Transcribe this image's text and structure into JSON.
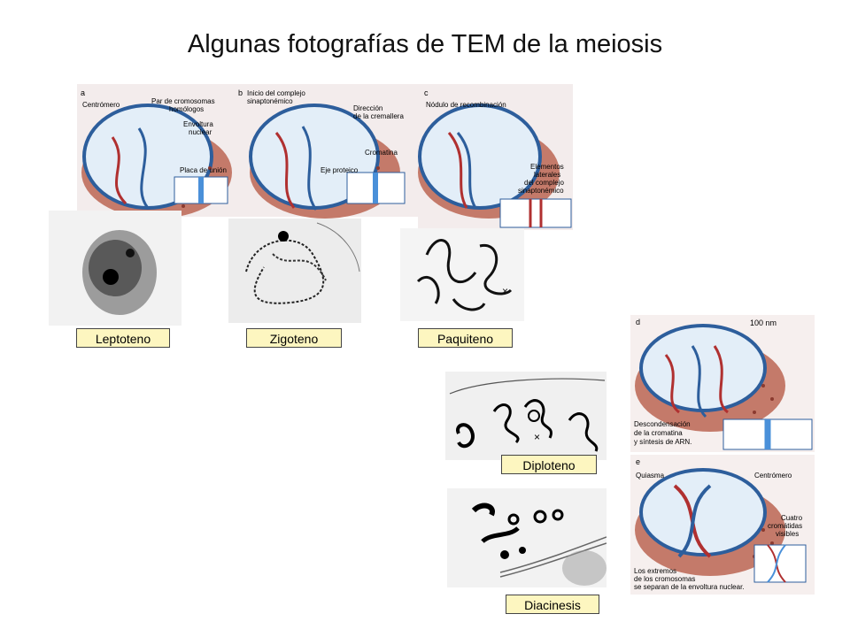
{
  "title": "Algunas fotografías de TEM de la meiosis",
  "diagram_top": {
    "letters": [
      "a",
      "b",
      "c"
    ],
    "a": {
      "centromero": "Centrómero",
      "par": "Par de cromosomas",
      "par2": "homólogos",
      "envoltura": "Envoltura",
      "envoltura2": "nuclear",
      "placa": "Placa de unión"
    },
    "b": {
      "inicio": "Inicio del complejo",
      "inicio2": "sinaptonémico",
      "direccion": "Dirección",
      "direccion2": "de la cremallera",
      "cromatina": "Cromatina",
      "eje": "Eje proteico"
    },
    "c": {
      "nodulo": "Nódulo de recombinación",
      "elementos": "Elementos",
      "elementos2": "laterales",
      "elementos3": "del complejo",
      "elementos4": "sinaptonémico"
    }
  },
  "diagram_d": {
    "letter": "d",
    "scale": "100 nm",
    "text1": "Descondensación",
    "text2": "de la cromatina",
    "text3": "y síntesis de ARN."
  },
  "diagram_e": {
    "letter": "e",
    "quiasma": "Quiasma",
    "centromero": "Centrómero",
    "cuatro1": "Cuatro",
    "cuatro2": "cromátidas",
    "cuatro3": "visibles",
    "extremos1": "Los extremos",
    "extremos2": "de los cromosomas",
    "extremos3": "se separan de la envoltura nuclear."
  },
  "stages": {
    "leptoteno": "Leptoteno",
    "zigoteno": "Zigoteno",
    "paquiteno": "Paquiteno",
    "diploteno": "Diploteno",
    "diacinesis": "Diacinesis"
  }
}
